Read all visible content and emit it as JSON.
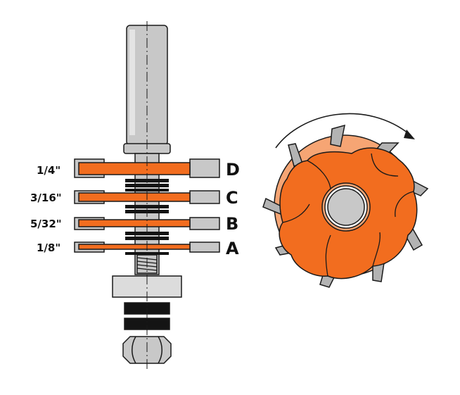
{
  "labels": [
    {
      "size": "1/4\"",
      "letter": "D"
    },
    {
      "size": "3/16\"",
      "letter": "C"
    },
    {
      "size": "5/32\"",
      "letter": "B"
    },
    {
      "size": "1/8\"",
      "letter": "A"
    }
  ],
  "colors": {
    "orange": "#f26d1f",
    "light_orange": "#f6a574",
    "grey": "#c8c8c8",
    "dark_grey": "#9a9a9a",
    "outline": "#1a1a1a",
    "black": "#141414"
  },
  "icons": {
    "cutter_side_view": "router-bit-side-icon",
    "cutter_top_view": "cutter-head-icon",
    "rotation_arrow": "rotation-arrow-icon"
  }
}
